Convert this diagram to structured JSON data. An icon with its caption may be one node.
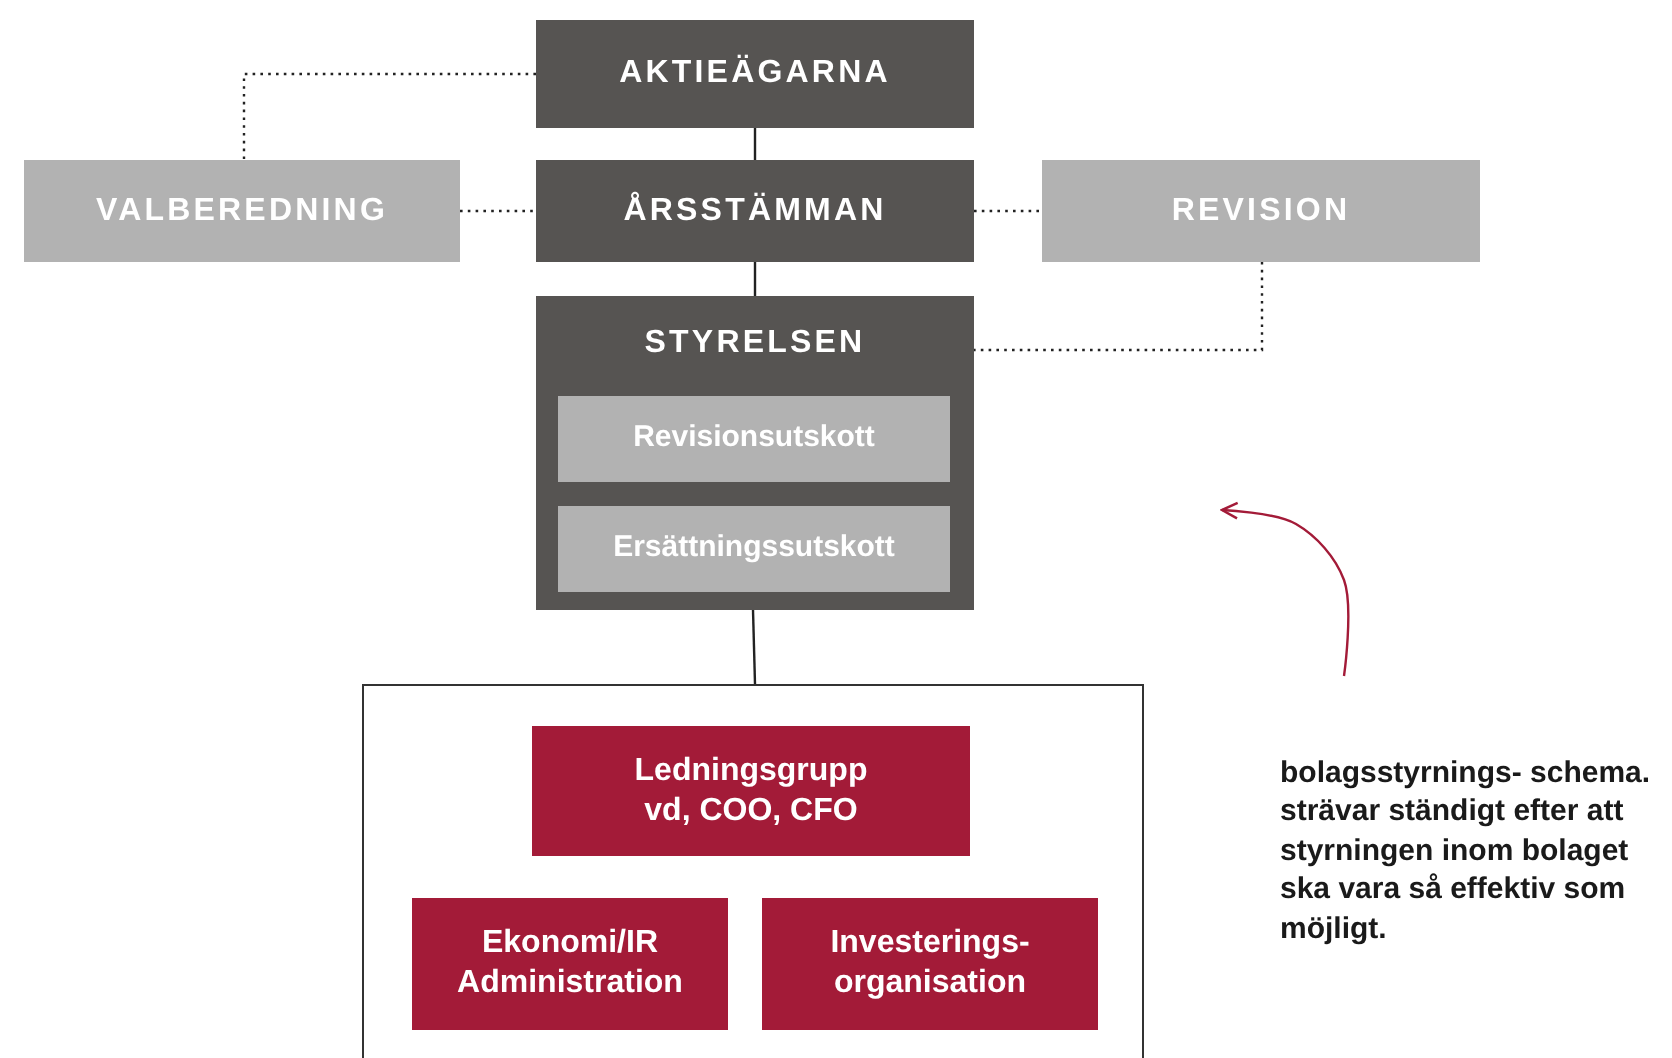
{
  "diagram": {
    "nodes": [
      {
        "text": [
          "AKTIEÄGARNA"
        ]
      },
      {
        "text": [
          "VALBEREDNING"
        ]
      },
      {
        "text": [
          "ÅRSSTÄMMAN"
        ]
      },
      {
        "text": [
          "REVISION"
        ]
      },
      {
        "text": [
          "STYRELSEN"
        ]
      },
      {
        "text": [
          "Revisionsutskott"
        ],
        "in": 4
      },
      {
        "text": [
          "Ersättningssutskott"
        ],
        "in": 4
      },
      {
        "text": [],
        "shape": "box"
      },
      {
        "text": [
          "Ledningsgrupp vd, COO, CFO"
        ],
        "in": 7
      },
      {
        "text": [
          "Ekonomi/IR Administration"
        ],
        "in": 7
      },
      {
        "text": [
          "Investerings- organisation"
        ],
        "in": 7
      },
      {
        "text": [
          "bolagsstyrnings- schema. strävar ständigt efter att styrningen inom bolaget ska vara så effektiv som möjligt."
        ]
      }
    ],
    "edges": [
      {
        "from": 0,
        "to": 2,
        "arrow": "none"
      },
      {
        "from": 2,
        "to": 4,
        "arrow": "none"
      },
      {
        "from": 4,
        "to": 7,
        "arrow": "none"
      },
      {
        "from": 0,
        "to": 1,
        "arrow": "none",
        "style": "dashed"
      },
      {
        "from": 1,
        "to": 2,
        "arrow": "none",
        "style": "dashed"
      },
      {
        "from": 2,
        "to": 3,
        "arrow": "none",
        "style": "dashed"
      },
      {
        "from": 3,
        "to": 4,
        "arrow": "none",
        "style": "dashed"
      },
      {
        "from": 11,
        "to": null,
        "arrow": "to",
        "color": "#a31b38"
      }
    ]
  }
}
